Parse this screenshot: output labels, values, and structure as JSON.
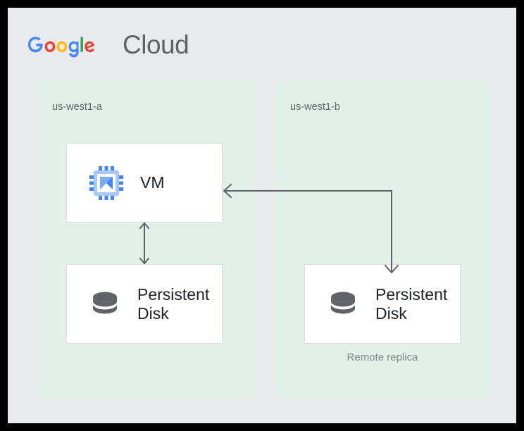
{
  "brand": {
    "name": "Google Cloud",
    "word_google": "Google",
    "word_cloud": "Cloud",
    "colors": {
      "blue": "#4285F4",
      "red": "#EA4335",
      "yellow": "#FBBC05",
      "green": "#34A853",
      "cloud_gray": "#5F6368"
    }
  },
  "canvas": {
    "background": "#E8EAED",
    "zone_fill": "#E1F1E8",
    "card_fill": "#FFFFFF",
    "card_border": "#DADCE0",
    "connector_color": "#5F6368",
    "icon_disk_color": "#5F6368",
    "icon_chip_color": "#4285F4"
  },
  "zones": [
    {
      "id": "us-west1-a",
      "label": "us-west1-a"
    },
    {
      "id": "us-west1-b",
      "label": "us-west1-b"
    }
  ],
  "cards": [
    {
      "id": "vm",
      "label": "VM",
      "icon": "cpu-chip-icon",
      "zone": "us-west1-a"
    },
    {
      "id": "persistent-disk-primary",
      "label": "Persistent\nDisk",
      "icon": "disk-icon",
      "zone": "us-west1-a"
    },
    {
      "id": "persistent-disk-replica",
      "label": "Persistent\nDisk",
      "icon": "disk-icon",
      "zone": "us-west1-b",
      "caption": "Remote replica"
    }
  ],
  "captions": {
    "remote_replica": "Remote replica"
  },
  "connectors": [
    {
      "id": "vm-to-disk",
      "from": "vm",
      "to": "persistent-disk-primary",
      "style": "double-headed-vertical-arrow"
    },
    {
      "id": "replica-to-vm",
      "from": "persistent-disk-replica",
      "to": "vm",
      "style": "elbow-arrow-left-and-down"
    }
  ]
}
